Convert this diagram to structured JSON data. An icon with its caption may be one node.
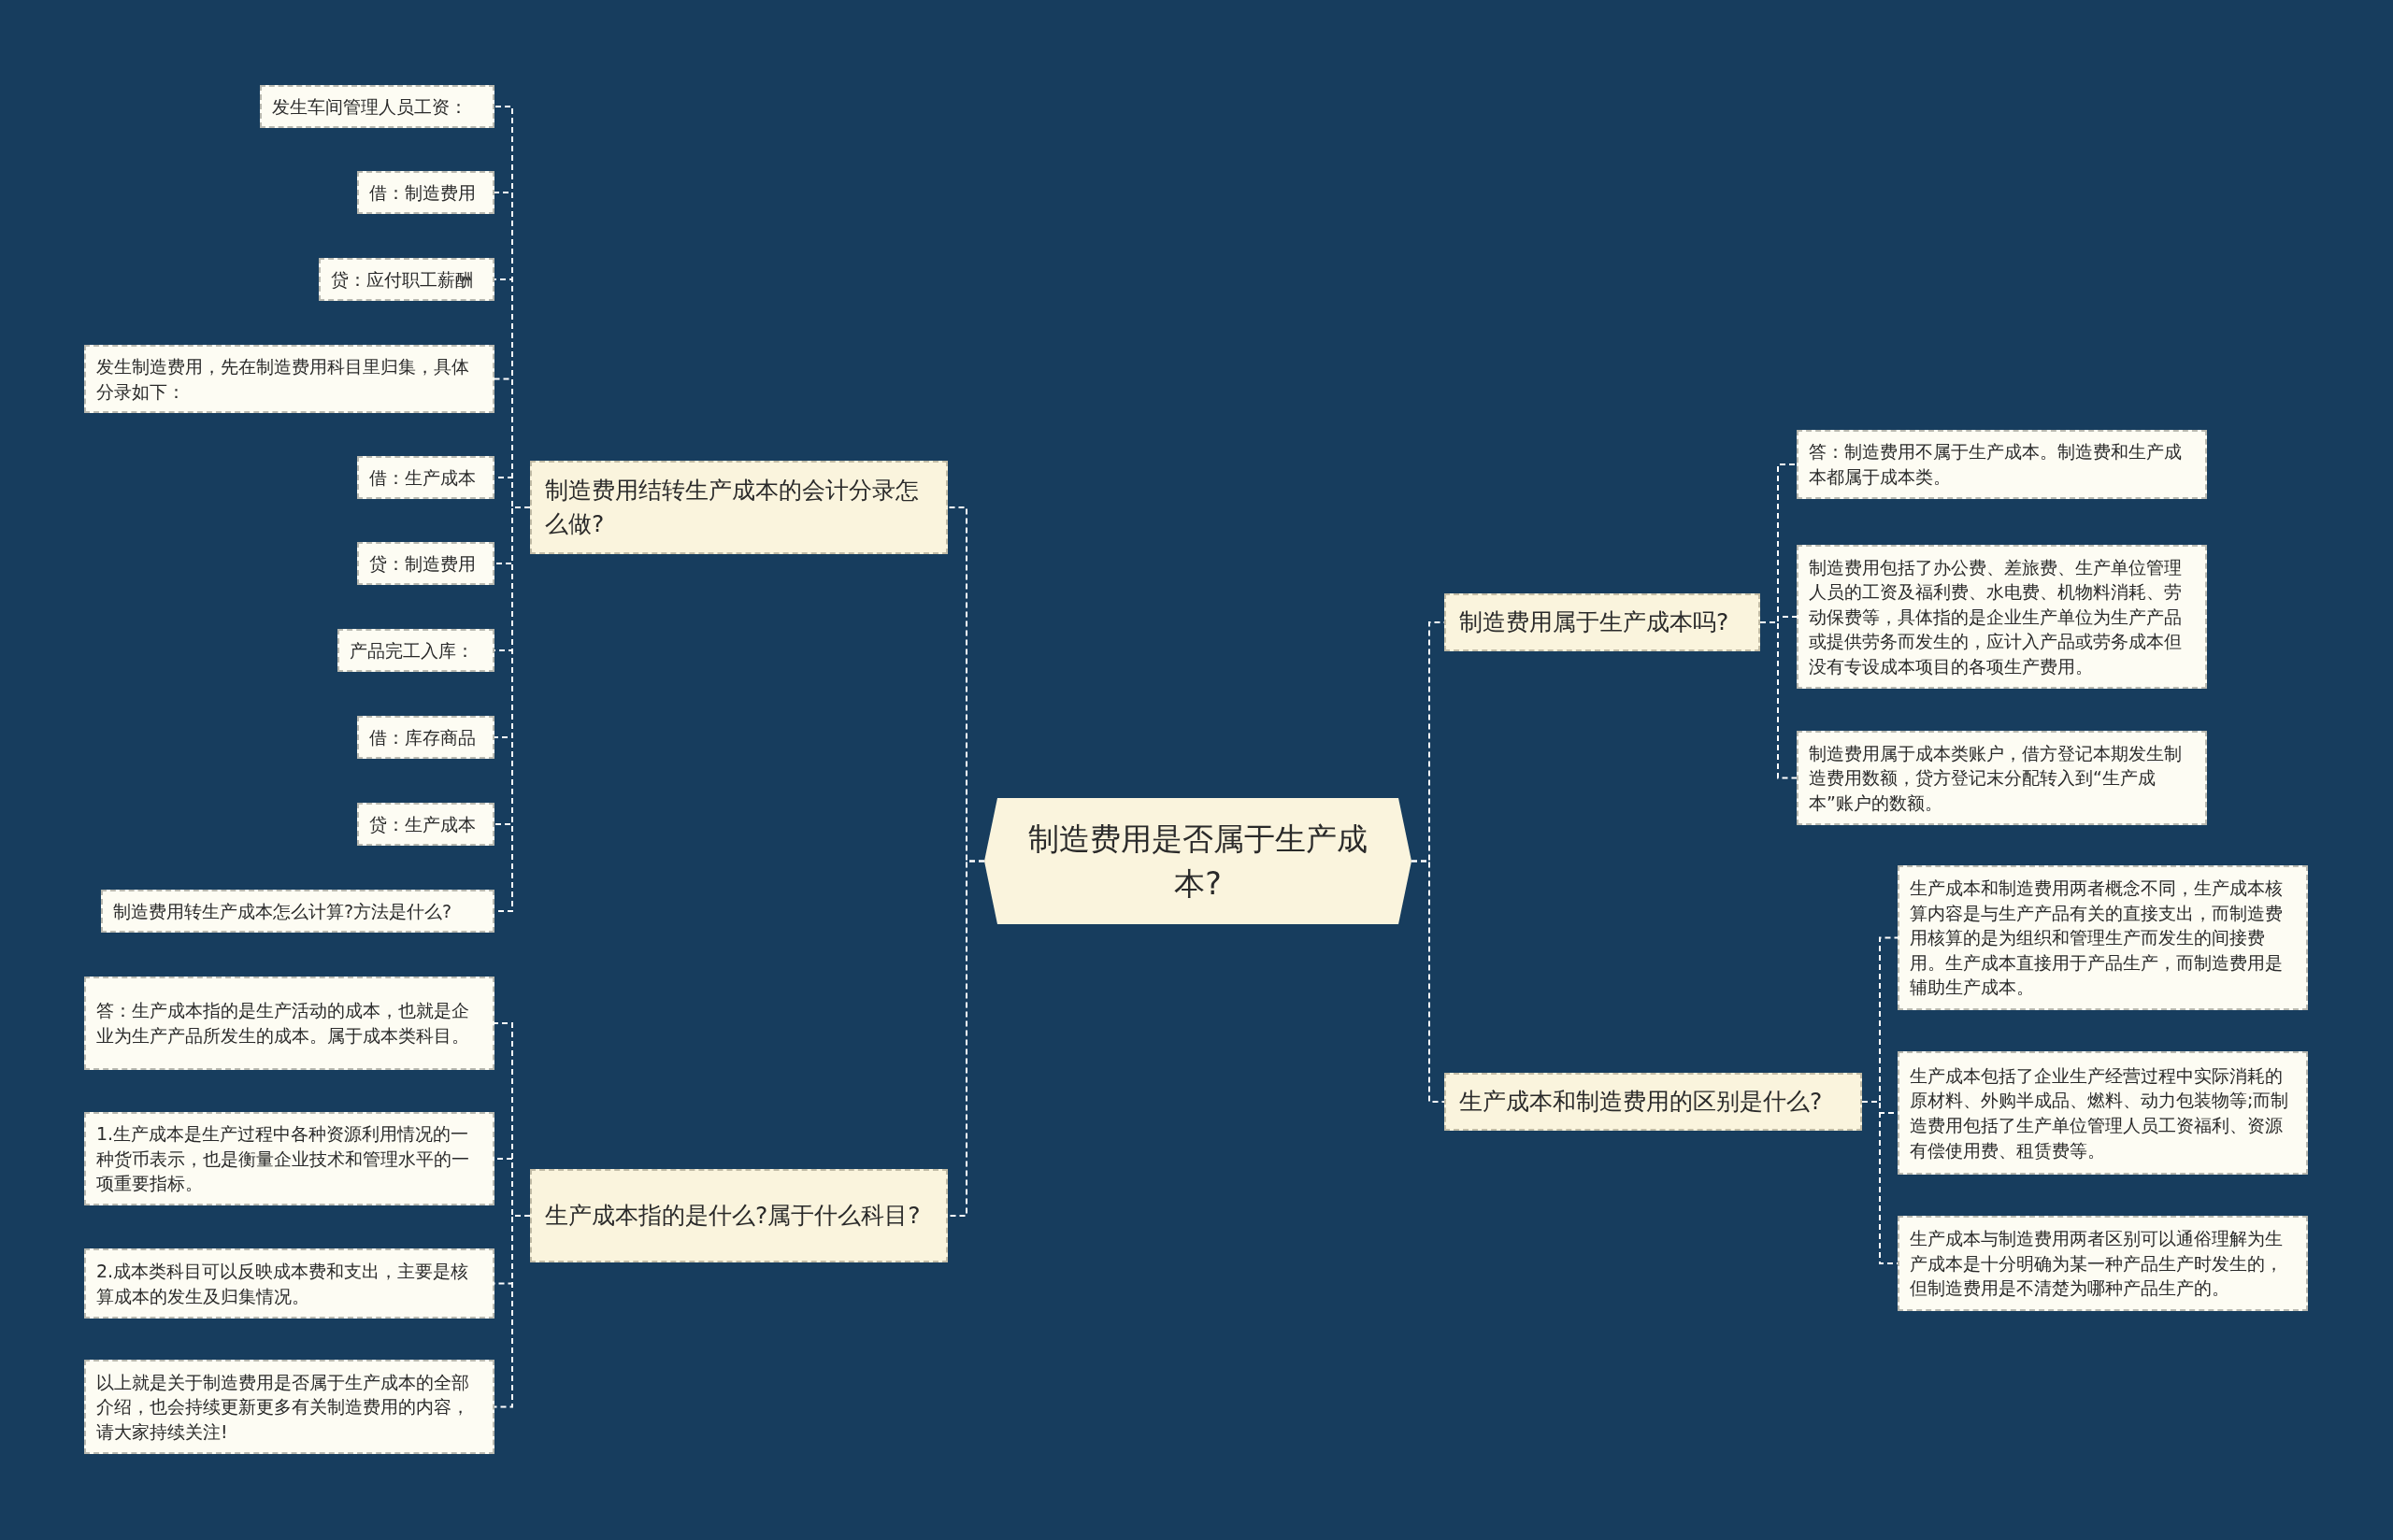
{
  "diagram": {
    "nodes": [
      {
        "text": [
          "制造费用是否属于生产成本?"
        ]
      },
      {
        "text": [
          "制造费用结转生产成本的会计分录怎么做?"
        ]
      },
      {
        "text": [
          "发生车间管理人员工资："
        ]
      },
      {
        "text": [
          "借：制造费用"
        ]
      },
      {
        "text": [
          "贷：应付职工薪酬"
        ]
      },
      {
        "text": [
          "发生制造费用，先在制造费用科目里归集，具体分录如下："
        ]
      },
      {
        "text": [
          "借：生产成本"
        ]
      },
      {
        "text": [
          "贷：制造费用"
        ]
      },
      {
        "text": [
          "产品完工入库："
        ]
      },
      {
        "text": [
          "借：库存商品"
        ]
      },
      {
        "text": [
          "贷：生产成本"
        ]
      },
      {
        "text": [
          "制造费用转生产成本怎么计算?方法是什么?"
        ]
      },
      {
        "text": [
          "生产成本指的是什么?属于什么科目?"
        ]
      },
      {
        "text": [
          "答：生产成本指的是生产活动的成本，也就是企业为生产产品所发生的成本。属于成本类科目。"
        ]
      },
      {
        "text": [
          "1.生产成本是生产过程中各种资源利用情况的一种货币表示，也是衡量企业技术和管理水平的一项重要指标。"
        ]
      },
      {
        "text": [
          "2.成本类科目可以反映成本费和支出，主要是核算成本的发生及归集情况。"
        ]
      },
      {
        "text": [
          "以上就是关于制造费用是否属于生产成本的全部介绍，也会持续更新更多有关制造费用的内容，请大家持续关注!"
        ]
      },
      {
        "text": [
          "制造费用属于生产成本吗?"
        ]
      },
      {
        "text": [
          "答：制造费用不属于生产成本。制造费和生产成本都属于成本类。"
        ]
      },
      {
        "text": [
          "制造费用包括了办公费、差旅费、生产单位管理人员的工资及福利费、水电费、机物料消耗、劳动保费等，具体指的是企业生产单位为生产产品或提供劳务而发生的，应计入产品或劳务成本但没有专设成本项目的各项生产费用。"
        ]
      },
      {
        "text": [
          "制造费用属于成本类账户，借方登记本期发生制造费用数额，贷方登记末分配转入到“生产成本”账户的数额。"
        ]
      },
      {
        "text": [
          "生产成本和制造费用的区别是什么?"
        ]
      },
      {
        "text": [
          "生产成本和制造费用两者概念不同，生产成本核算内容是与生产产品有关的直接支出，而制造费用核算的是为组织和管理生产而发生的间接费用。生产成本直接用于产品生产，而制造费用是辅助生产成本。"
        ]
      },
      {
        "text": [
          "生产成本包括了企业生产经营过程中实际消耗的原材料、外购半成品、燃料、动力包装物等;而制造费用包括了生产单位管理人员工资福利、资源有偿使用费、租赁费等。"
        ]
      },
      {
        "text": [
          "生产成本与制造费用两者区别可以通俗理解为生产成本是十分明确为某一种产品生产时发生的，但制造费用是不清楚为哪种产品生产的。"
        ]
      }
    ],
    "edges": [
      {
        "from": 0,
        "to": 1,
        "arrow": "none",
        "style": "dashed"
      },
      {
        "from": 1,
        "to": 2,
        "arrow": "none",
        "style": "dashed"
      },
      {
        "from": 1,
        "to": 3,
        "arrow": "none",
        "style": "dashed"
      },
      {
        "from": 1,
        "to": 4,
        "arrow": "none",
        "style": "dashed"
      },
      {
        "from": 1,
        "to": 5,
        "arrow": "none",
        "style": "dashed"
      },
      {
        "from": 1,
        "to": 6,
        "arrow": "none",
        "style": "dashed"
      },
      {
        "from": 1,
        "to": 7,
        "arrow": "none",
        "style": "dashed"
      },
      {
        "from": 1,
        "to": 8,
        "arrow": "none",
        "style": "dashed"
      },
      {
        "from": 1,
        "to": 9,
        "arrow": "none",
        "style": "dashed"
      },
      {
        "from": 1,
        "to": 10,
        "arrow": "none",
        "style": "dashed"
      },
      {
        "from": 1,
        "to": 11,
        "arrow": "none",
        "style": "dashed"
      },
      {
        "from": 0,
        "to": 12,
        "arrow": "none",
        "style": "dashed"
      },
      {
        "from": 12,
        "to": 13,
        "arrow": "none",
        "style": "dashed"
      },
      {
        "from": 12,
        "to": 14,
        "arrow": "none",
        "style": "dashed"
      },
      {
        "from": 12,
        "to": 15,
        "arrow": "none",
        "style": "dashed"
      },
      {
        "from": 12,
        "to": 16,
        "arrow": "none",
        "style": "dashed"
      },
      {
        "from": 0,
        "to": 17,
        "arrow": "none",
        "style": "dashed"
      },
      {
        "from": 17,
        "to": 18,
        "arrow": "none",
        "style": "dashed"
      },
      {
        "from": 17,
        "to": 19,
        "arrow": "none",
        "style": "dashed"
      },
      {
        "from": 17,
        "to": 20,
        "arrow": "none",
        "style": "dashed"
      },
      {
        "from": 0,
        "to": 21,
        "arrow": "none",
        "style": "dashed"
      },
      {
        "from": 21,
        "to": 22,
        "arrow": "none",
        "style": "dashed"
      },
      {
        "from": 21,
        "to": 23,
        "arrow": "none",
        "style": "dashed"
      },
      {
        "from": 21,
        "to": 24,
        "arrow": "none",
        "style": "dashed"
      }
    ]
  }
}
